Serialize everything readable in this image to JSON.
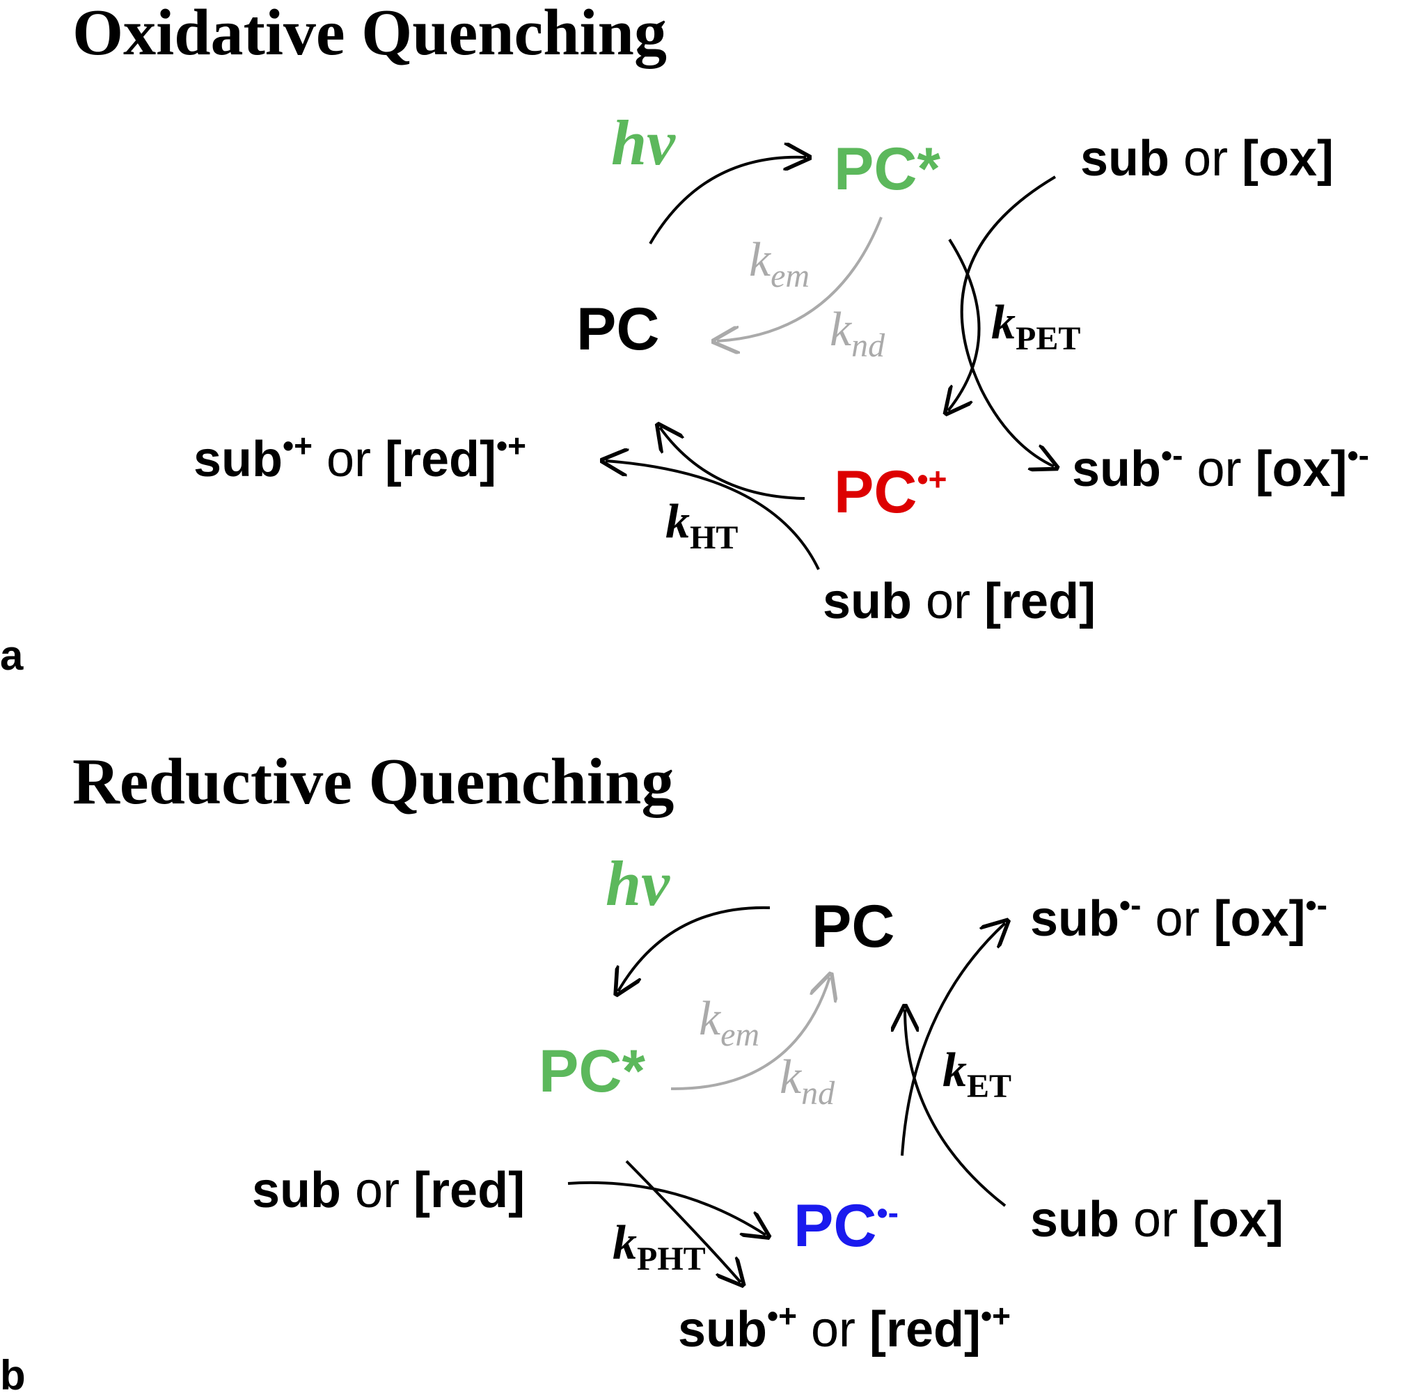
{
  "colors": {
    "black": "#000000",
    "green": "#5cb85c",
    "grey": "#aaaaaa",
    "red": "#dd0000",
    "blue": "#1a1aee"
  },
  "panel_a": {
    "title": "Oxidative Quenching",
    "label": "a",
    "hv": "hν",
    "pc": "PC",
    "pc_star": "PC*",
    "pc_radical_cation": {
      "base": "PC",
      "charge": "•+"
    },
    "sub_ox": {
      "sub": "sub",
      "or": " or ",
      "reagent": "[ox]"
    },
    "sub_radical_anion": {
      "sub": "sub",
      "sub_charge": "•-",
      "or": " or ",
      "reagent": "[ox]",
      "reagent_charge": "•-"
    },
    "sub_red": {
      "sub": "sub",
      "or": " or ",
      "reagent": "[red]"
    },
    "sub_radical_cation": {
      "sub": "sub",
      "sub_charge": "•+",
      "or": " or ",
      "reagent": "[red]",
      "reagent_charge": "•+"
    },
    "k_em": {
      "k": "k",
      "sub": "em"
    },
    "k_nd": {
      "k": "k",
      "sub": "nd"
    },
    "k_pet": {
      "k": "k",
      "sub": "PET"
    },
    "k_ht": {
      "k": "k",
      "sub": "HT"
    }
  },
  "panel_b": {
    "title": "Reductive Quenching",
    "label": "b",
    "hv": "hν",
    "pc": "PC",
    "pc_star": "PC*",
    "pc_radical_anion": {
      "base": "PC",
      "charge": "•-"
    },
    "sub_radical_anion": {
      "sub": "sub",
      "sub_charge": "•-",
      "or": " or ",
      "reagent": "[ox]",
      "reagent_charge": "•-"
    },
    "sub_ox": {
      "sub": "sub",
      "or": " or ",
      "reagent": "[ox]"
    },
    "sub_red": {
      "sub": "sub",
      "or": " or ",
      "reagent": "[red]"
    },
    "sub_radical_cation": {
      "sub": "sub",
      "sub_charge": "•+",
      "or": " or ",
      "reagent": "[red]",
      "reagent_charge": "•+"
    },
    "k_em": {
      "k": "k",
      "sub": "em"
    },
    "k_nd": {
      "k": "k",
      "sub": "nd"
    },
    "k_et": {
      "k": "k",
      "sub": "ET"
    },
    "k_pht": {
      "k": "k",
      "sub": "PHT"
    }
  }
}
